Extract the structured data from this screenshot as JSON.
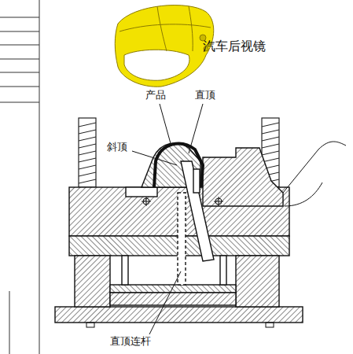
{
  "diagram": {
    "labels": [
      "汽车后视镜",
      "产品",
      "直顶",
      "斜顶",
      "直顶连杆"
    ]
  }
}
